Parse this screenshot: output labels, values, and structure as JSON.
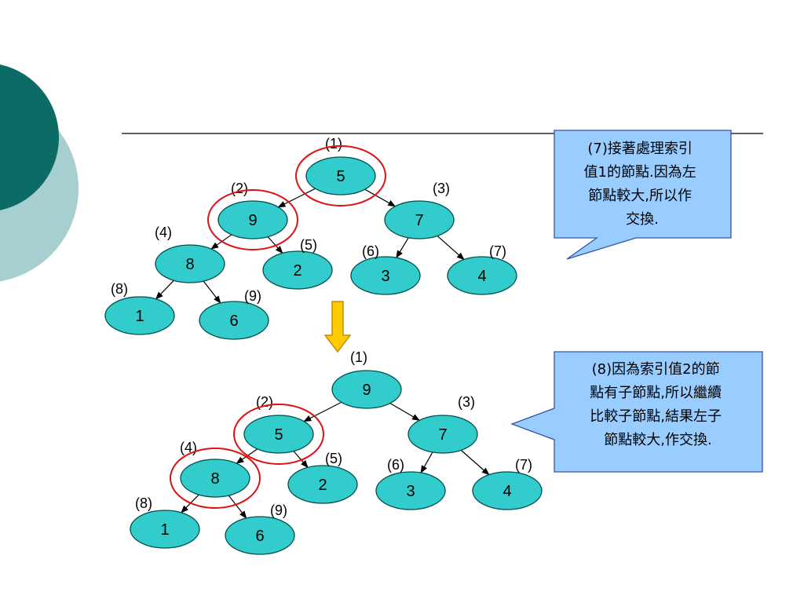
{
  "colors": {
    "node_fill": "#33cccc",
    "node_stroke": "#004d4d",
    "highlight_ring": "#dd1111",
    "callout_fill": "#99ccff",
    "callout_stroke": "#3355aa",
    "arrow_fill": "#ffcc00",
    "arrow_stroke": "#cc8800",
    "deco_dark": "#0d6b66",
    "deco_light": "#a7cfcf",
    "rule_line": "#000000"
  },
  "trees": [
    {
      "id": "before",
      "nodes": [
        {
          "index": "(1)",
          "value": "5"
        },
        {
          "index": "(2)",
          "value": "9"
        },
        {
          "index": "(3)",
          "value": "7"
        },
        {
          "index": "(4)",
          "value": "8"
        },
        {
          "index": "(5)",
          "value": "2"
        },
        {
          "index": "(6)",
          "value": "3"
        },
        {
          "index": "(7)",
          "value": "4"
        },
        {
          "index": "(8)",
          "value": "1"
        },
        {
          "index": "(9)",
          "value": "6"
        }
      ],
      "highlighted": [
        "(1)",
        "(2)"
      ]
    },
    {
      "id": "after",
      "nodes": [
        {
          "index": "(1)",
          "value": "9"
        },
        {
          "index": "(2)",
          "value": "5"
        },
        {
          "index": "(3)",
          "value": "7"
        },
        {
          "index": "(4)",
          "value": "8"
        },
        {
          "index": "(5)",
          "value": "2"
        },
        {
          "index": "(6)",
          "value": "3"
        },
        {
          "index": "(7)",
          "value": "4"
        },
        {
          "index": "(8)",
          "value": "1"
        },
        {
          "index": "(9)",
          "value": "6"
        }
      ],
      "highlighted": [
        "(2)",
        "(4)"
      ]
    }
  ],
  "edges": [
    [
      0,
      1
    ],
    [
      0,
      2
    ],
    [
      1,
      3
    ],
    [
      1,
      4
    ],
    [
      2,
      5
    ],
    [
      2,
      6
    ],
    [
      3,
      7
    ],
    [
      3,
      8
    ]
  ],
  "callouts": [
    {
      "lines": [
        "(7)接著處理索引",
        "值1的節點.因為左",
        "節點較大,所以作",
        "交換."
      ]
    },
    {
      "lines": [
        "(8)因為索引值2的節",
        "點有子節點,所以繼續",
        "比較子節點,結果左子",
        "節點較大,作交換."
      ]
    }
  ]
}
